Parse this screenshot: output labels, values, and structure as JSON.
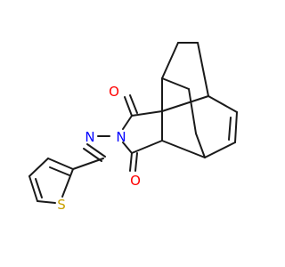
{
  "molecule": {
    "atoms": {
      "o_top": "O",
      "o_bottom": "O",
      "n_imide": "N",
      "n_imine": "N",
      "s_thiophene": "S"
    },
    "colors": {
      "bond": "#1a1a1a",
      "oxygen": "#ff0000",
      "nitrogen": "#0000ff",
      "sulfur": "#c8a000"
    }
  }
}
